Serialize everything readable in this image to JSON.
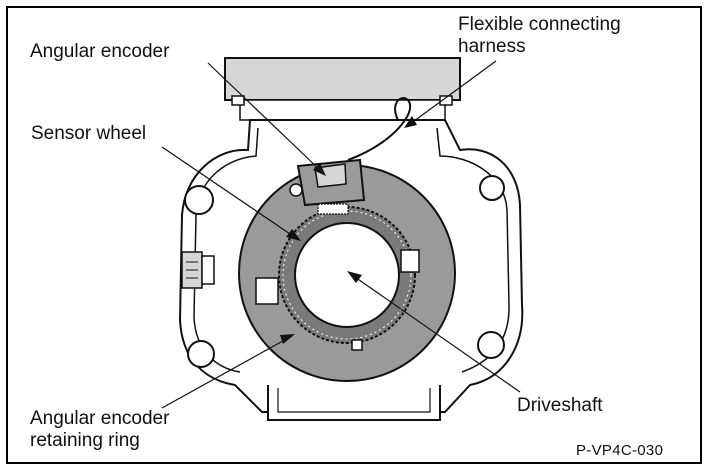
{
  "labels": {
    "angular_encoder": "Angular encoder",
    "flexible_harness_line1": "Flexible connecting",
    "flexible_harness_line2": "harness",
    "sensor_wheel": "Sensor wheel",
    "driveshaft": "Driveshaft",
    "retaining_ring_line1": "Angular encoder",
    "retaining_ring_line2": "retaining ring"
  },
  "figure_code": "P-VP4C-030",
  "colors": {
    "outline": "#111111",
    "ring_gray": "#9a9a9a",
    "wheel_gray": "#7a7a7a",
    "body_light": "#d6d6d6",
    "background": "#ffffff"
  }
}
